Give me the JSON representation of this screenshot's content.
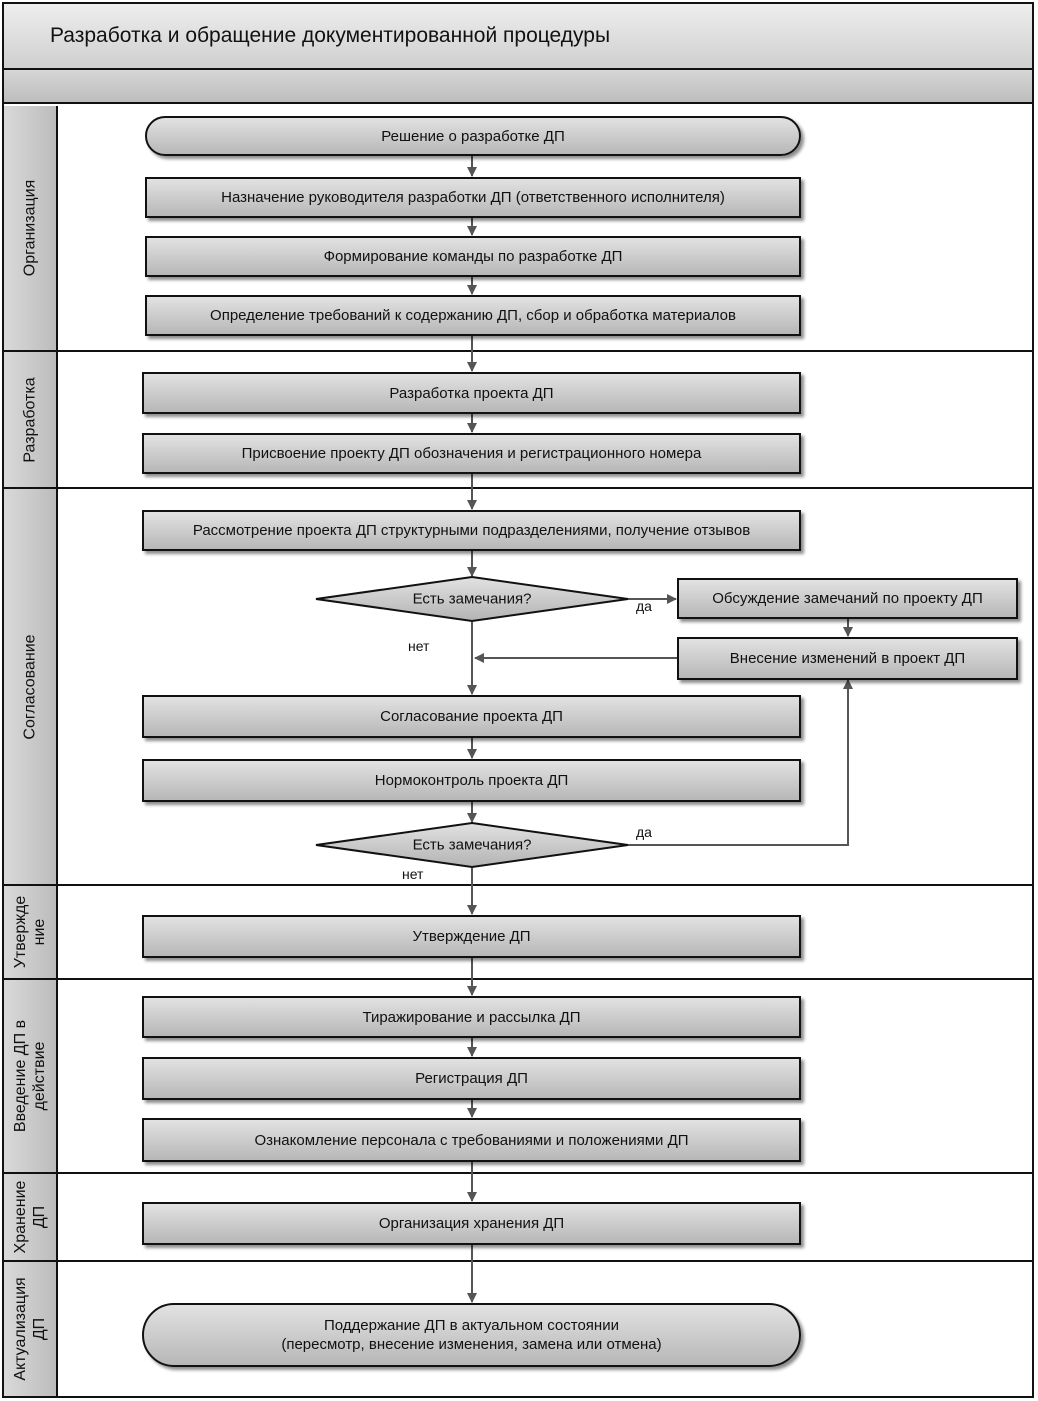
{
  "title": "Разработка и обращение документированной процедуры",
  "lanes": [
    {
      "label": "Организация"
    },
    {
      "label": "Разработка"
    },
    {
      "label": "Согласование"
    },
    {
      "label": "Утвержде\nние"
    },
    {
      "label": "Введение ДП в\nдействие"
    },
    {
      "label": "Хранение\nДП"
    },
    {
      "label": "Актуализация\nДП"
    }
  ],
  "steps": {
    "s1": "Решение о разработке ДП",
    "s2": "Назначение руководителя разработки ДП (ответственного исполнителя)",
    "s3": "Формирование команды по разработке ДП",
    "s4": "Определение требований к содержанию ДП, сбор и обработка материалов",
    "s5": "Разработка проекта ДП",
    "s6": "Присвоение проекту ДП обозначения и регистрационного номера",
    "s7": "Рассмотрение проекта ДП структурными подразделениями, получение отзывов",
    "d1": "Есть замечания?",
    "s8": "Обсуждение замечаний по проекту ДП",
    "s9": "Внесение изменений в проект ДП",
    "s10": "Согласование проекта ДП",
    "s11": "Нормоконтроль проекта ДП",
    "d2": "Есть замечания?",
    "s12": "Утверждение ДП",
    "s13": "Тиражирование и рассылка ДП",
    "s14": "Регистрация ДП",
    "s15": "Ознакомление персонала с требованиями и положениями ДП",
    "s16": "Организация хранения ДП",
    "s17": "Поддержание ДП в актуальном состоянии\n(пересмотр, внесение изменения, замена или отмена)"
  },
  "branch_labels": {
    "yes": "да",
    "no": "нет"
  }
}
